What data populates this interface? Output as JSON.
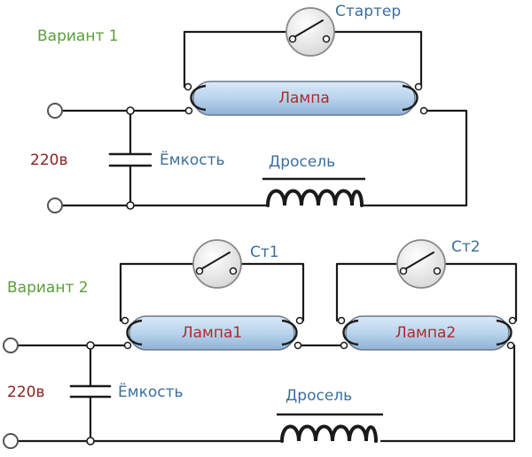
{
  "variant1": {
    "title": "Вариант 1",
    "lamp_label": "Лампа",
    "starter_label": "Стартер",
    "capacitor_label": "Ёмкость",
    "choke_label": "Дросель",
    "voltage_label": "220в"
  },
  "variant2": {
    "title": "Вариант 2",
    "lamp1_label": "Лампа1",
    "lamp2_label": "Лампа2",
    "starter1_label": "Ст1",
    "starter2_label": "Ст2",
    "capacitor_label": "Ёмкость",
    "choke_label": "Дросель",
    "voltage_label": "220в"
  },
  "colors": {
    "title_green": "#5a9e3a",
    "label_blue": "#3c6e9e",
    "lamp_red": "#b52828",
    "voltage_red": "#8a2424",
    "tube_fill": "#b8d4ee",
    "starter_fill": "#efefef"
  }
}
